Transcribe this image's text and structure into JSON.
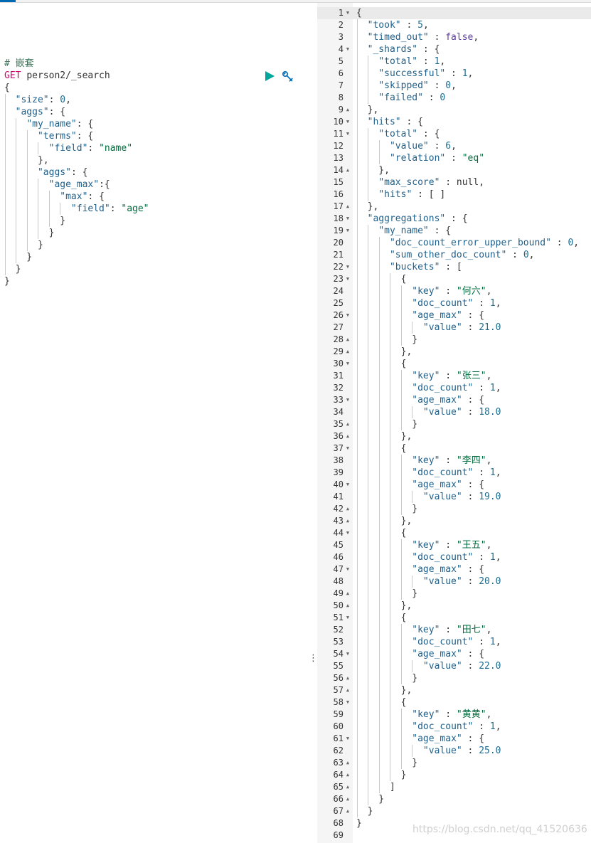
{
  "request": {
    "comment": "# 嵌套",
    "method": "GET",
    "path": "person2/_search",
    "body_lines": [
      "{",
      "  \"size\": 0,",
      "  \"aggs\": {",
      "    \"my_name\": {",
      "      \"terms\": {",
      "        \"field\": \"name\"",
      "      },",
      "      \"aggs\": {",
      "        \"age_max\":{",
      "          \"max\": {",
      "            \"field\": \"age\"",
      "          }",
      "        }",
      "      }",
      "    }",
      "  }",
      "}"
    ]
  },
  "actions": {
    "run": "play-icon",
    "settings": "wrench-icon",
    "divider_handle": "⋮"
  },
  "response": {
    "lines": [
      "{",
      "  \"took\" : 5,",
      "  \"timed_out\" : false,",
      "  \"_shards\" : {",
      "    \"total\" : 1,",
      "    \"successful\" : 1,",
      "    \"skipped\" : 0,",
      "    \"failed\" : 0",
      "  },",
      "  \"hits\" : {",
      "    \"total\" : {",
      "      \"value\" : 6,",
      "      \"relation\" : \"eq\"",
      "    },",
      "    \"max_score\" : null,",
      "    \"hits\" : [ ]",
      "  },",
      "  \"aggregations\" : {",
      "    \"my_name\" : {",
      "      \"doc_count_error_upper_bound\" : 0,",
      "      \"sum_other_doc_count\" : 0,",
      "      \"buckets\" : [",
      "        {",
      "          \"key\" : \"何六\",",
      "          \"doc_count\" : 1,",
      "          \"age_max\" : {",
      "            \"value\" : 21.0",
      "          }",
      "        },",
      "        {",
      "          \"key\" : \"张三\",",
      "          \"doc_count\" : 1,",
      "          \"age_max\" : {",
      "            \"value\" : 18.0",
      "          }",
      "        },",
      "        {",
      "          \"key\" : \"李四\",",
      "          \"doc_count\" : 1,",
      "          \"age_max\" : {",
      "            \"value\" : 19.0",
      "          }",
      "        },",
      "        {",
      "          \"key\" : \"王五\",",
      "          \"doc_count\" : 1,",
      "          \"age_max\" : {",
      "            \"value\" : 20.0",
      "          }",
      "        },",
      "        {",
      "          \"key\" : \"田七\",",
      "          \"doc_count\" : 1,",
      "          \"age_max\" : {",
      "            \"value\" : 22.0",
      "          }",
      "        },",
      "        {",
      "          \"key\" : \"黄黄\",",
      "          \"doc_count\" : 1,",
      "          \"age_max\" : {",
      "            \"value\" : 25.0",
      "          }",
      "        }",
      "      ]",
      "    }",
      "  }",
      "}",
      ""
    ],
    "folds": {
      "1": "down",
      "4": "down",
      "9": "up",
      "10": "down",
      "11": "down",
      "14": "up",
      "17": "up",
      "18": "down",
      "19": "down",
      "22": "down",
      "23": "down",
      "26": "down",
      "28": "up",
      "29": "up",
      "30": "down",
      "33": "down",
      "35": "up",
      "36": "up",
      "37": "down",
      "40": "down",
      "42": "up",
      "43": "up",
      "44": "down",
      "47": "down",
      "49": "up",
      "50": "up",
      "51": "down",
      "54": "down",
      "56": "up",
      "57": "up",
      "58": "down",
      "61": "down",
      "63": "up",
      "64": "up",
      "65": "up",
      "66": "up",
      "67": "up"
    }
  },
  "watermark": "https://blog.csdn.net/qq_41520636"
}
